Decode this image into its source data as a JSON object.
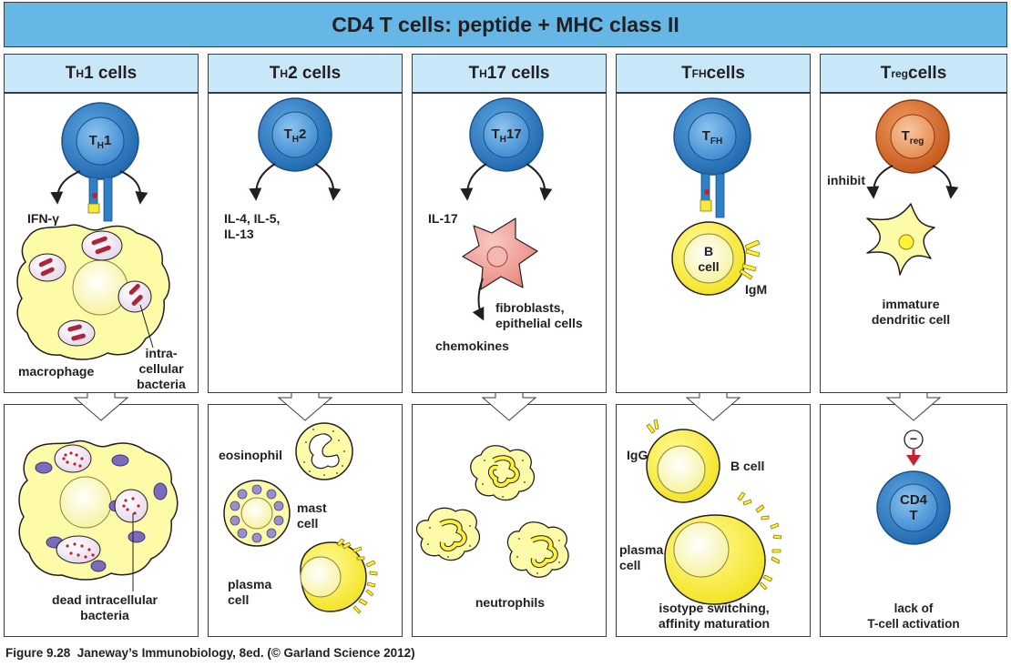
{
  "title": "CD4 T cells: peptide + MHC class II",
  "columns": [
    {
      "header_main": "T",
      "header_sub": "H",
      "header_rest": "1 cells",
      "cell_main": "T",
      "cell_sub": "H",
      "cell_rest": "1"
    },
    {
      "header_main": "T",
      "header_sub": "H",
      "header_rest": "2 cells",
      "cell_main": "T",
      "cell_sub": "H",
      "cell_rest": "2"
    },
    {
      "header_main": "T",
      "header_sub": "H",
      "header_rest": "17 cells",
      "cell_main": "T",
      "cell_sub": "H",
      "cell_rest": "17"
    },
    {
      "header_main": "T",
      "header_sub": "FH",
      "header_rest": " cells",
      "cell_main": "T",
      "cell_sub": "FH",
      "cell_rest": ""
    },
    {
      "header_main": "T",
      "header_sub": "reg",
      "header_rest": " cells",
      "cell_main": "T",
      "cell_sub": "reg",
      "cell_rest": ""
    }
  ],
  "labels": {
    "ifn_gamma": "IFN-γ",
    "macrophage": "macrophage",
    "intracellular_bacteria": "intra-\ncellular\nbacteria",
    "cytokines_th2": "IL-4, IL-5,\nIL-13",
    "il17": "IL-17",
    "fibroblasts": "fibroblasts,\nepithelial cells",
    "chemokines": "chemokines",
    "b_cell": "B\ncell",
    "igm": "IgM",
    "inhibit": "inhibit",
    "immature_dc": "immature\ndendritic cell",
    "dead_bacteria": "dead intracellular\nbacteria",
    "eosinophil": "eosinophil",
    "mast_cell": "mast\ncell",
    "plasma_cell_th2": "plasma\ncell",
    "neutrophils": "neutrophils",
    "igg": "IgG",
    "b_cell_bottom": "B cell",
    "plasma_cell_tfh": "plasma\ncell",
    "isotype": "isotype switching,\naffinity maturation",
    "inhibit_symbol": "−",
    "cd4t": "CD4\nT",
    "lack_activation": "lack of\nT-cell activation"
  },
  "caption": {
    "figure": "Figure 9.28",
    "text": "  Janeway’s Immunobiology, 8ed. (© Garland Science 2012)"
  },
  "colors": {
    "title_bg": "#66b6e6",
    "header_bg": "#c8e8f9",
    "tcell_blue": "#2f7fc4",
    "treg_orange": "#d86a2a",
    "yellow_cell": "#fdfaa8",
    "bright_yellow": "#fff23a",
    "bacteria_red": "#b0233a",
    "fibroblast_pink": "#f3a8a0",
    "granule_purple": "#9a90c8"
  }
}
